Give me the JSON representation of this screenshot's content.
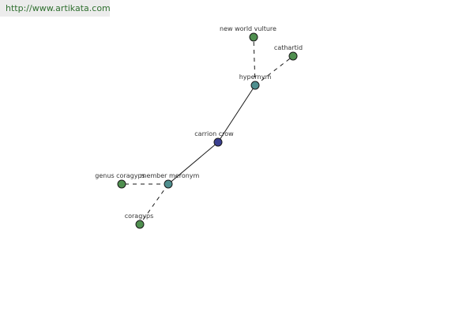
{
  "banner": {
    "url": "http://www.artikata.com"
  },
  "colors": {
    "leaf": "#4f8f4f",
    "relation": "#4f8f8f",
    "center": "#3a3f8f",
    "stroke": "#1a1a1a",
    "banner_text": "#2f6f2f",
    "banner_bg": "#ececec"
  },
  "graph": {
    "nodes": [
      {
        "id": "carrion-crow",
        "label": "carrion crow",
        "kind": "center"
      },
      {
        "id": "hypernym",
        "label": "hypernym",
        "kind": "relation"
      },
      {
        "id": "member-meronym",
        "label": "member meronym",
        "kind": "relation"
      },
      {
        "id": "new-world-vulture",
        "label": "new world vulture",
        "kind": "leaf"
      },
      {
        "id": "cathartid",
        "label": "cathartid",
        "kind": "leaf"
      },
      {
        "id": "genus-coragyps",
        "label": "genus coragyps",
        "kind": "leaf"
      },
      {
        "id": "coragyps",
        "label": "coragyps",
        "kind": "leaf"
      }
    ],
    "edges": [
      {
        "from": "carrion-crow",
        "to": "hypernym",
        "style": "solid"
      },
      {
        "from": "carrion-crow",
        "to": "member-meronym",
        "style": "solid"
      },
      {
        "from": "hypernym",
        "to": "new-world-vulture",
        "style": "dashed"
      },
      {
        "from": "hypernym",
        "to": "cathartid",
        "style": "dashed"
      },
      {
        "from": "member-meronym",
        "to": "genus-coragyps",
        "style": "dashed"
      },
      {
        "from": "member-meronym",
        "to": "coragyps",
        "style": "dashed"
      }
    ]
  }
}
